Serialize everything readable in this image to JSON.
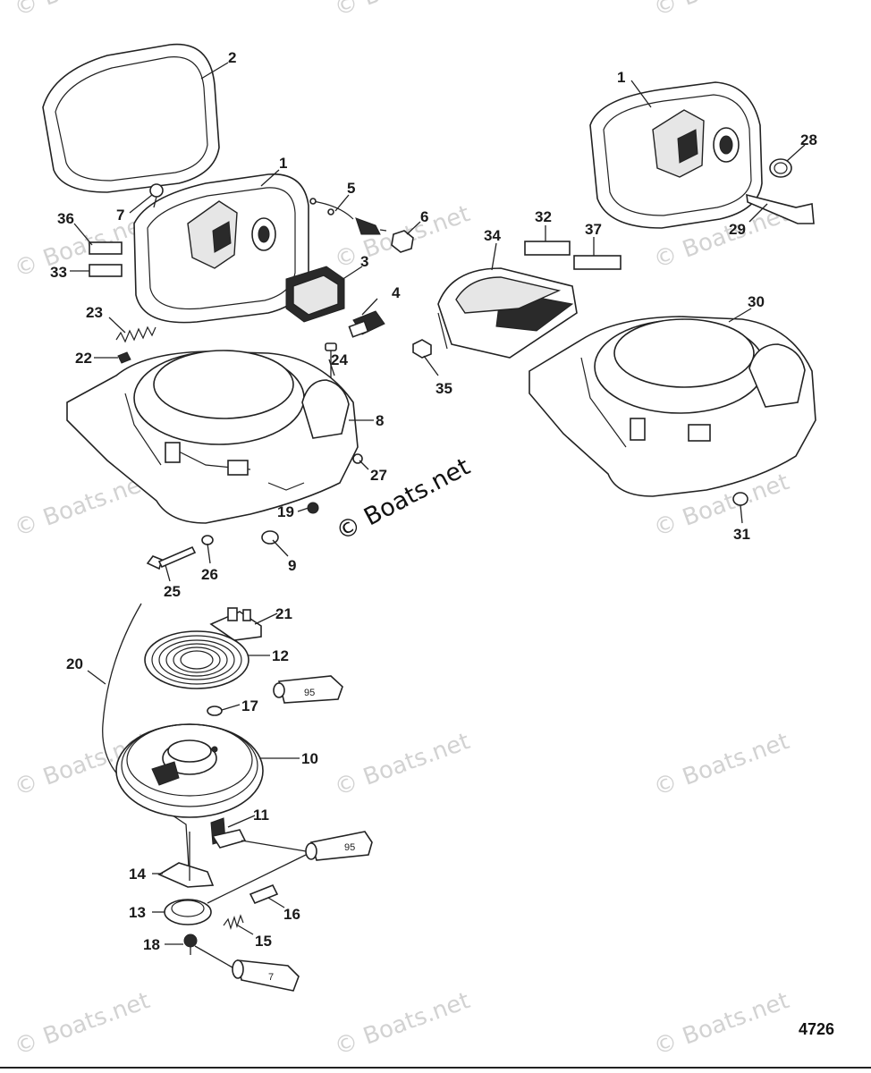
{
  "figure_number": "4726",
  "watermark": {
    "text": "© Boats.net",
    "main_text": "© Boats.net"
  },
  "tube_labels": [
    "95",
    "95",
    "7"
  ],
  "labels": [
    {
      "id": "1a",
      "text": "1"
    },
    {
      "id": "1b",
      "text": "1"
    },
    {
      "id": "2",
      "text": "2"
    },
    {
      "id": "3",
      "text": "3"
    },
    {
      "id": "4",
      "text": "4"
    },
    {
      "id": "5",
      "text": "5"
    },
    {
      "id": "6",
      "text": "6"
    },
    {
      "id": "7",
      "text": "7"
    },
    {
      "id": "8",
      "text": "8"
    },
    {
      "id": "9",
      "text": "9"
    },
    {
      "id": "10",
      "text": "10"
    },
    {
      "id": "11",
      "text": "11"
    },
    {
      "id": "12",
      "text": "12"
    },
    {
      "id": "13",
      "text": "13"
    },
    {
      "id": "14",
      "text": "14"
    },
    {
      "id": "15",
      "text": "15"
    },
    {
      "id": "16",
      "text": "16"
    },
    {
      "id": "17",
      "text": "17"
    },
    {
      "id": "18",
      "text": "18"
    },
    {
      "id": "19",
      "text": "19"
    },
    {
      "id": "20",
      "text": "20"
    },
    {
      "id": "21",
      "text": "21"
    },
    {
      "id": "22",
      "text": "22"
    },
    {
      "id": "23",
      "text": "23"
    },
    {
      "id": "24",
      "text": "24"
    },
    {
      "id": "25",
      "text": "25"
    },
    {
      "id": "26",
      "text": "26"
    },
    {
      "id": "27",
      "text": "27"
    },
    {
      "id": "28",
      "text": "28"
    },
    {
      "id": "29",
      "text": "29"
    },
    {
      "id": "30",
      "text": "30"
    },
    {
      "id": "31",
      "text": "31"
    },
    {
      "id": "32",
      "text": "32"
    },
    {
      "id": "33",
      "text": "33"
    },
    {
      "id": "34",
      "text": "34"
    },
    {
      "id": "35",
      "text": "35"
    },
    {
      "id": "36",
      "text": "36"
    },
    {
      "id": "37",
      "text": "37"
    }
  ]
}
